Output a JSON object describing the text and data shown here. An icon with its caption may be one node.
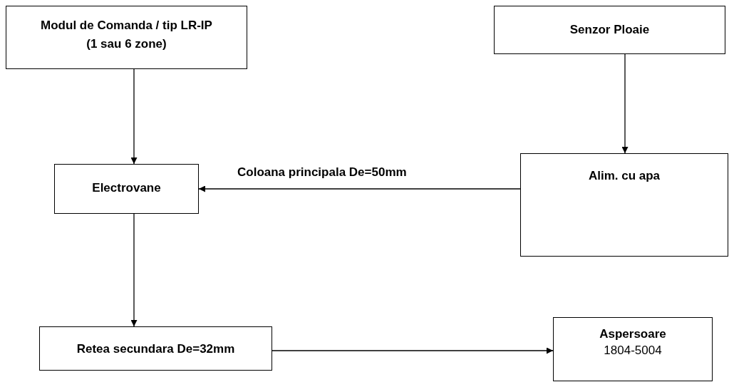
{
  "diagram": {
    "nodes": [
      {
        "text": [
          "Modul de Comanda / tip LR-IP (1 sau 6 zone)"
        ]
      },
      {
        "text": [
          "Senzor Ploaie"
        ]
      },
      {
        "text": [
          "Electrovane"
        ]
      },
      {
        "text": [
          "Alim. cu apa"
        ]
      },
      {
        "text": [
          "Retea secundara De=32mm"
        ]
      },
      {
        "text": [
          "Aspersoare",
          "1804-5004"
        ]
      }
    ],
    "edges": [
      {
        "from": 0,
        "to": 2,
        "arrow": "to"
      },
      {
        "from": 1,
        "to": 3,
        "arrow": "to"
      },
      {
        "from": 3,
        "to": 2,
        "arrow": "to",
        "label": "Coloana principala De=50mm"
      },
      {
        "from": 2,
        "to": 4,
        "arrow": "to"
      },
      {
        "from": 4,
        "to": 5,
        "arrow": "to"
      }
    ]
  }
}
